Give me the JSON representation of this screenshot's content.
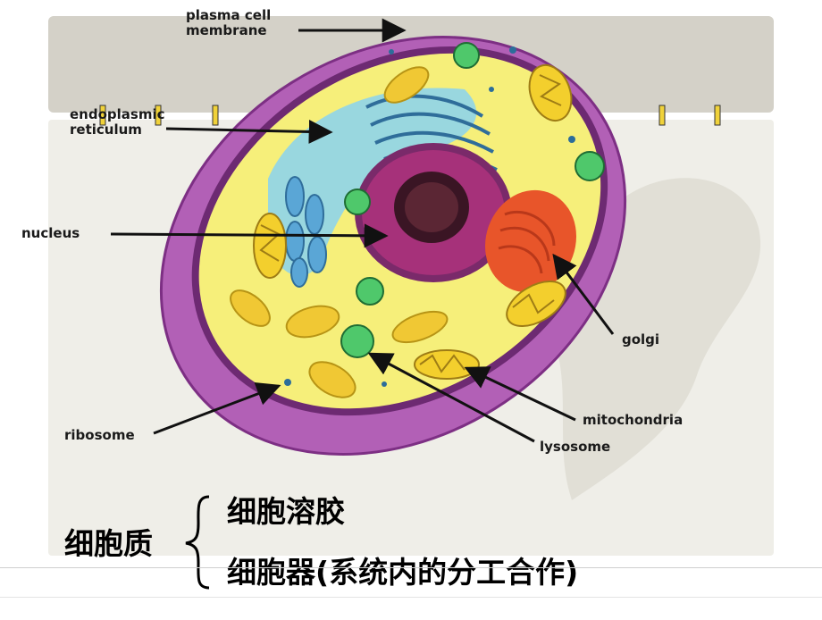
{
  "labels": {
    "plasma_membrane": "plasma cell membrane",
    "er": "endoplasmic reticulum",
    "nucleus": "nucleus",
    "ribosome": "ribosome",
    "golgi": "golgi",
    "mitochondria": "mitochondria",
    "lysosome": "lysosome"
  },
  "cytoplasm": {
    "title": "细胞质",
    "parts": [
      "细胞溶胶",
      "细胞器(系统内的分工合作)"
    ]
  },
  "colors": {
    "membrane_outer": "#8a3a8e",
    "cell_wall": "#b260b6",
    "cytoplasm": "#f6ef7a",
    "nucleus": "#a6317a",
    "er": "#8fd4ea",
    "golgi": "#e8552a",
    "mitochondria": "#f3cf2d",
    "lysosome": "#4fc86b",
    "background_gray": "#d4d1c8",
    "background_light": "#efeee8"
  }
}
